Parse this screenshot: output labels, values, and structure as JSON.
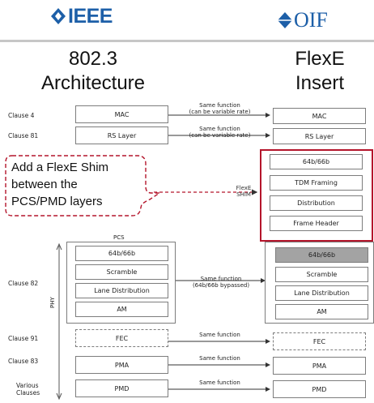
{
  "logos": {
    "left": "IEEE",
    "right": "OIF",
    "colors": {
      "ieee_blue": "#1d5fa8",
      "oif_blue": "#1d5fa8",
      "callout_red": "#b4152b"
    }
  },
  "headings": {
    "left_line1": "802.3",
    "left_line2": "Architecture",
    "right_line1": "FlexE",
    "right_line2": "Insert"
  },
  "clauses": {
    "c4": "Clause 4",
    "c81": "Clause 81",
    "c82": "Clause 82",
    "c91": "Clause 91",
    "c83": "Clause 83",
    "various_1": "Various",
    "various_2": "Clauses"
  },
  "left_boxes": {
    "mac": "MAC",
    "rs": "RS Layer",
    "b64": "64b/66b",
    "scramble": "Scramble",
    "lane": "Lane Distribution",
    "am": "AM",
    "fec": "FEC",
    "pma": "PMA",
    "pmd": "PMD"
  },
  "right_boxes": {
    "mac": "MAC",
    "rs": "RS Layer",
    "shim_64b": "64b/66b",
    "tdm": "TDM Framing",
    "dist": "Distribution",
    "frame": "Frame Header",
    "b64": "64b/66b",
    "scramble": "Scramble",
    "lane": "Lane Distribution",
    "am": "AM",
    "fec": "FEC",
    "pma": "PMA",
    "pmd": "PMD"
  },
  "connectors": {
    "mac_1": "Same function",
    "mac_2": "(can be variable rate)",
    "rs_1": "Same function",
    "rs_2": "(can be variable rate)",
    "pcs_1": "Same function",
    "pcs_2": "(64b/66b bypassed)",
    "fec": "Same function",
    "pma": "Same function",
    "pmd": "Same function",
    "shim_1": "FlexE",
    "shim_2": "SHIM"
  },
  "labels": {
    "pcs": "PCS",
    "phy": "PHY"
  },
  "callout": {
    "line1": "Add a FlexE Shim",
    "line2": "between the",
    "line3": "PCS/PMD layers"
  }
}
